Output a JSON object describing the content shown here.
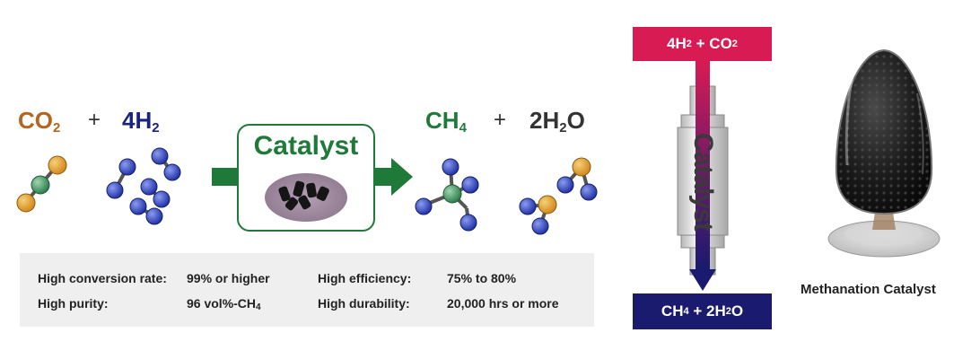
{
  "colors": {
    "co2": "#b5651d",
    "h2": "#1a237e",
    "ch4": "#1f7a3a",
    "h2o": "#333333",
    "catalyst_green": "#1f7a3a",
    "arrow_green": "#1f7a3a",
    "atom_blue": "#3b4cc0",
    "atom_orange": "#e0a23a",
    "atom_green": "#4a9a6a",
    "band_red": "#d81b53",
    "band_navy": "#1a1a6e"
  },
  "reaction": {
    "reactants": [
      {
        "coefficient": "",
        "symbol": "CO",
        "subscript": "2"
      },
      {
        "coefficient": "4",
        "symbol": "H",
        "subscript": "2"
      }
    ],
    "products": [
      {
        "coefficient": "",
        "symbol": "CH",
        "subscript": "4"
      },
      {
        "coefficient": "2",
        "symbol": "H",
        "subscript": "2",
        "suffix": "O"
      }
    ],
    "plus": "+",
    "catalyst_label": "Catalyst"
  },
  "molecules": [
    {
      "name": "co2-molecule-icon"
    },
    {
      "name": "h2-molecules-icon"
    },
    {
      "name": "ch4-molecule-icon"
    },
    {
      "name": "h2o-molecules-icon"
    },
    {
      "name": "catalyst-pellets-icon"
    }
  ],
  "stats": {
    "conversion_label": "High conversion rate:",
    "conversion_value": "99% or higher",
    "purity_label": "High purity:",
    "purity_value": "96 vol%-CH",
    "purity_subscript": "4",
    "efficiency_label": "High efficiency:",
    "efficiency_value": "75% to 80%",
    "durability_label": "High durability:",
    "durability_value": "20,000 hrs or more"
  },
  "reactor": {
    "input": {
      "a": "4H",
      "a_sub": "2",
      "plus": " + ",
      "b": "CO",
      "b_sub": "2"
    },
    "output": {
      "a": "CH",
      "a_sub": "4",
      "plus": " + ",
      "b": "2H",
      "b_sub": "2",
      "b_suffix": "O"
    },
    "column_label": "Catalyst"
  },
  "photo": {
    "caption": "Methanation Catalyst"
  }
}
